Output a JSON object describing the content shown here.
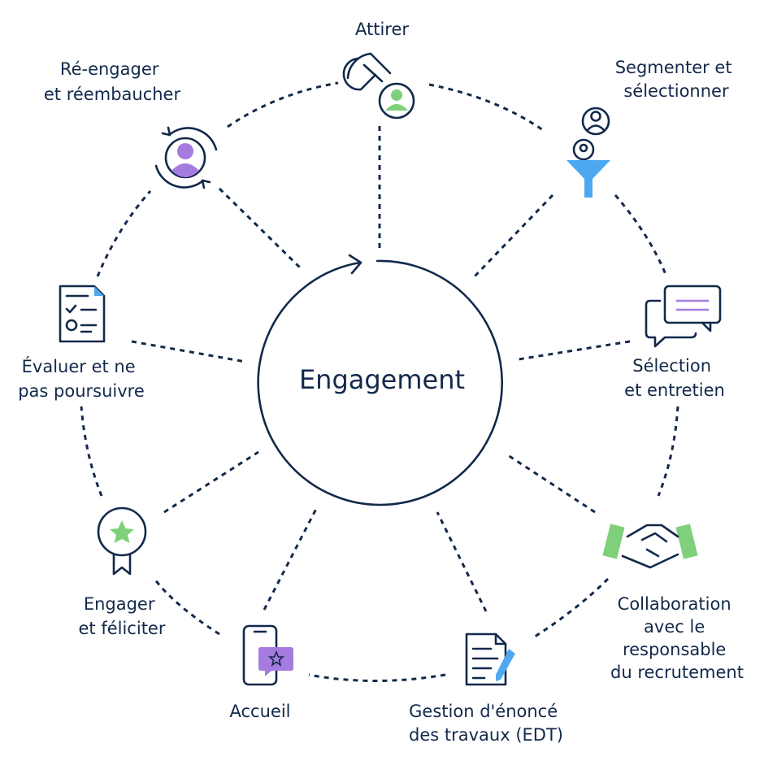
{
  "center": {
    "label": "Engagement"
  },
  "stages": [
    {
      "id": "attirer",
      "lines": [
        "Attirer"
      ],
      "icon": "magnet-user-icon"
    },
    {
      "id": "segmenter",
      "lines": [
        "Segmenter et",
        "sélectionner"
      ],
      "icon": "funnel-users-icon"
    },
    {
      "id": "selection",
      "lines": [
        "Sélection",
        "et entretien"
      ],
      "icon": "chat-bubbles-icon"
    },
    {
      "id": "collaboration",
      "lines": [
        "Collaboration",
        "avec le",
        "responsable",
        "du recrutement"
      ],
      "icon": "handshake-icon"
    },
    {
      "id": "gestion",
      "lines": [
        "Gestion d'énoncé",
        "des travaux (EDT)"
      ],
      "icon": "document-pen-icon"
    },
    {
      "id": "accueil",
      "lines": [
        "Accueil"
      ],
      "icon": "phone-star-message-icon"
    },
    {
      "id": "engager",
      "lines": [
        "Engager",
        "et féliciter"
      ],
      "icon": "award-ribbon-icon"
    },
    {
      "id": "evaluer",
      "lines": [
        "Évaluer et ne",
        "pas poursuivre"
      ],
      "icon": "checklist-icon"
    },
    {
      "id": "reengager",
      "lines": [
        "Ré-engager",
        "et réembaucher"
      ],
      "icon": "user-cycle-icon"
    }
  ],
  "colors": {
    "ink": "#13294b",
    "green": "#7ed07a",
    "purple": "#a67bdf",
    "blue": "#4ea8f0"
  }
}
